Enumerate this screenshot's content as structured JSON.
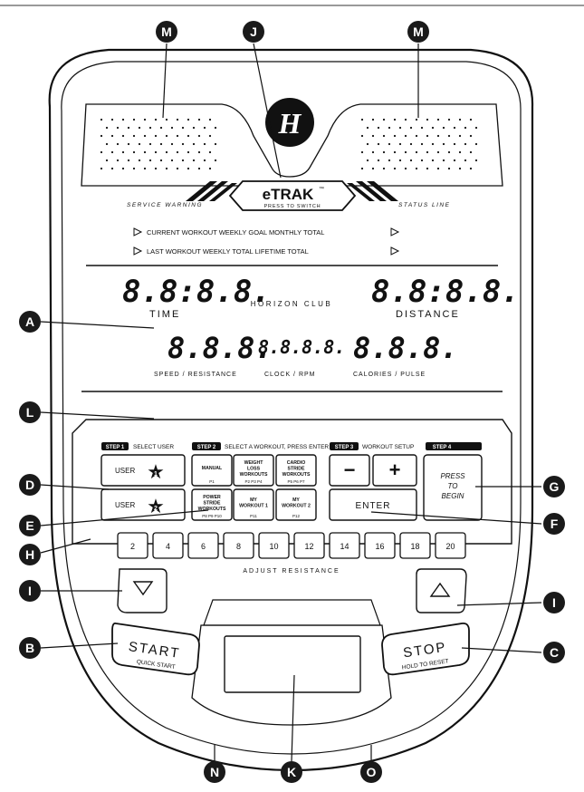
{
  "logo": {
    "mark": "H"
  },
  "etrak": {
    "brand": "eTRAK",
    "tm": "™",
    "sub": "PRESS TO SWITCH"
  },
  "leds": {
    "left": "SERVICE WARNING",
    "right": "STATUS LINE"
  },
  "message_rows": [
    "CURRENT WORKOUT WEEKLY GOAL MONTHLY TOTAL",
    "LAST WORKOUT WEEKLY TOTAL LIFETIME TOTAL"
  ],
  "display": {
    "time_digits": "8.8:8.8.",
    "time_label": "TIME",
    "club_label": "HORIZON CLUB",
    "distance_digits": "8.8:8.8.",
    "distance_label": "DISTANCE",
    "speed_digits": "8.8.8.",
    "speed_label": "SPEED / RESISTANCE",
    "clock_digits": "8.8.8.8.",
    "clock_label": "CLOCK / RPM",
    "calories_digits": "8.8.8.",
    "calories_label": "CALORIES / PULSE"
  },
  "steps": {
    "step1": {
      "tag": "STEP 1",
      "text": "SELECT USER"
    },
    "step2": {
      "tag": "STEP 2",
      "text": "SELECT A WORKOUT, PRESS ENTER"
    },
    "step3": {
      "tag": "STEP 3",
      "text": "WORKOUT SETUP"
    },
    "step4": {
      "tag": "STEP 4",
      "text": ""
    }
  },
  "users": [
    {
      "label": "USER",
      "num": "1"
    },
    {
      "label": "USER",
      "num": "2"
    }
  ],
  "workouts": [
    {
      "l1": "MANUAL",
      "l2": "",
      "l3": "",
      "sub": "P1"
    },
    {
      "l1": "WEIGHT",
      "l2": "LOSS",
      "l3": "WORKOUTS",
      "sub": "P2  P3  P4"
    },
    {
      "l1": "CARDIO",
      "l2": "STRIDE",
      "l3": "WORKOUTS",
      "sub": "P5  P6  P7"
    },
    {
      "l1": "POWER",
      "l2": "STRIDE",
      "l3": "WORKOUTS",
      "sub": "P8  P9  P10"
    },
    {
      "l1": "MY",
      "l2": "WORKOUT 1",
      "l3": "",
      "sub": "P11"
    },
    {
      "l1": "MY",
      "l2": "WORKOUT 2",
      "l3": "",
      "sub": "P12"
    }
  ],
  "setup": {
    "minus": "−",
    "plus": "+",
    "enter": "ENTER"
  },
  "begin": {
    "l1": "PRESS",
    "l2": "TO",
    "l3": "BEGIN"
  },
  "levels": [
    "2",
    "4",
    "6",
    "8",
    "10",
    "12",
    "14",
    "16",
    "18",
    "20"
  ],
  "adjust_label": "ADJUST RESISTANCE",
  "start": {
    "main": "START",
    "sub": "QUICK START"
  },
  "stop": {
    "main": "STOP",
    "sub": "HOLD TO RESET"
  },
  "callouts": {
    "M1": "M",
    "J": "J",
    "M2": "M",
    "A": "A",
    "L": "L",
    "D": "D",
    "G": "G",
    "E": "E",
    "F": "F",
    "H": "H",
    "I1": "I",
    "I2": "I",
    "B": "B",
    "C": "C",
    "N": "N",
    "K": "K",
    "O": "O"
  },
  "colors": {
    "ink": "#111111",
    "panel": "#ffffff",
    "led_band": "#1a1a1a",
    "callout": "#1a1a1a"
  }
}
